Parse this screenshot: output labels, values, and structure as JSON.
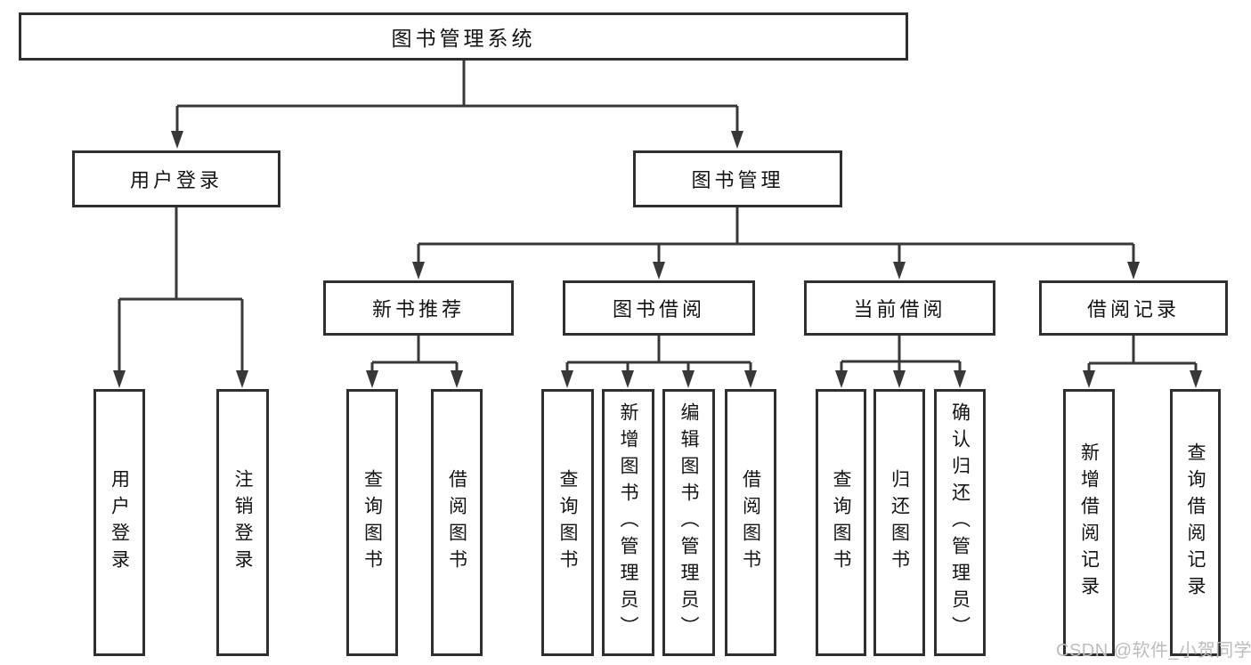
{
  "diagram": {
    "root": {
      "label": "图书管理系统"
    },
    "level2": [
      {
        "label": "用户登录"
      },
      {
        "label": "图书管理"
      }
    ],
    "level3": [
      {
        "label": "新书推荐"
      },
      {
        "label": "图书借阅"
      },
      {
        "label": "当前借阅"
      },
      {
        "label": "借阅记录"
      }
    ],
    "leaves": {
      "user_login": [
        "用户登录",
        "注销登录"
      ],
      "new_book": [
        "查询图书",
        "借阅图书"
      ],
      "book_borrow": [
        "查询图书",
        "新增图书（管理员）",
        "编辑图书（管理员）",
        "借阅图书"
      ],
      "current_borrow": [
        "查询图书",
        "归还图书",
        "确认归还（管理员）"
      ],
      "borrow_record": [
        "新增借阅记录",
        "查询借阅记录"
      ]
    }
  },
  "watermark": {
    "text": "CSDN @软件_小贺同学"
  },
  "colors": {
    "line": "#383838",
    "box_border": "#2f2f2f",
    "box_fill": "#ffffff",
    "text": "#141414",
    "watermark": "#bdbdbd",
    "background": "#ffffff"
  }
}
